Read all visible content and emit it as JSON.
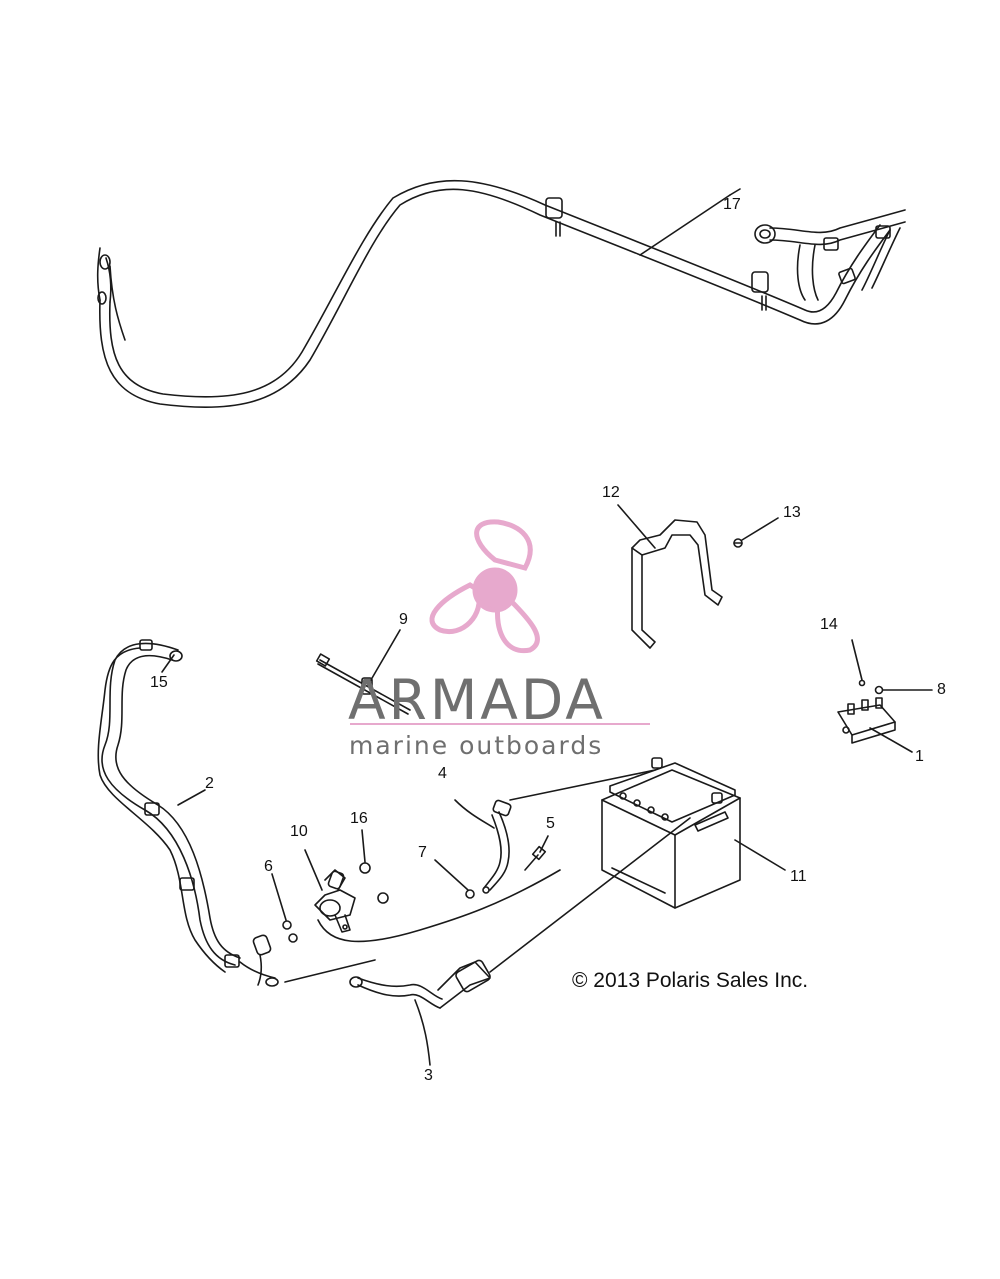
{
  "watermark": {
    "brand": "ARMADA",
    "tagline": "marine outboards",
    "accent_color": "#e7a9cd",
    "text_color": "#6f6f6f",
    "icon": "propeller-logo-icon"
  },
  "copyright": "© 2013 Polaris Sales Inc.",
  "callouts": [
    "1",
    "2",
    "3",
    "4",
    "5",
    "6",
    "7",
    "8",
    "9",
    "10",
    "11",
    "12",
    "13",
    "14",
    "15",
    "16",
    "17"
  ]
}
